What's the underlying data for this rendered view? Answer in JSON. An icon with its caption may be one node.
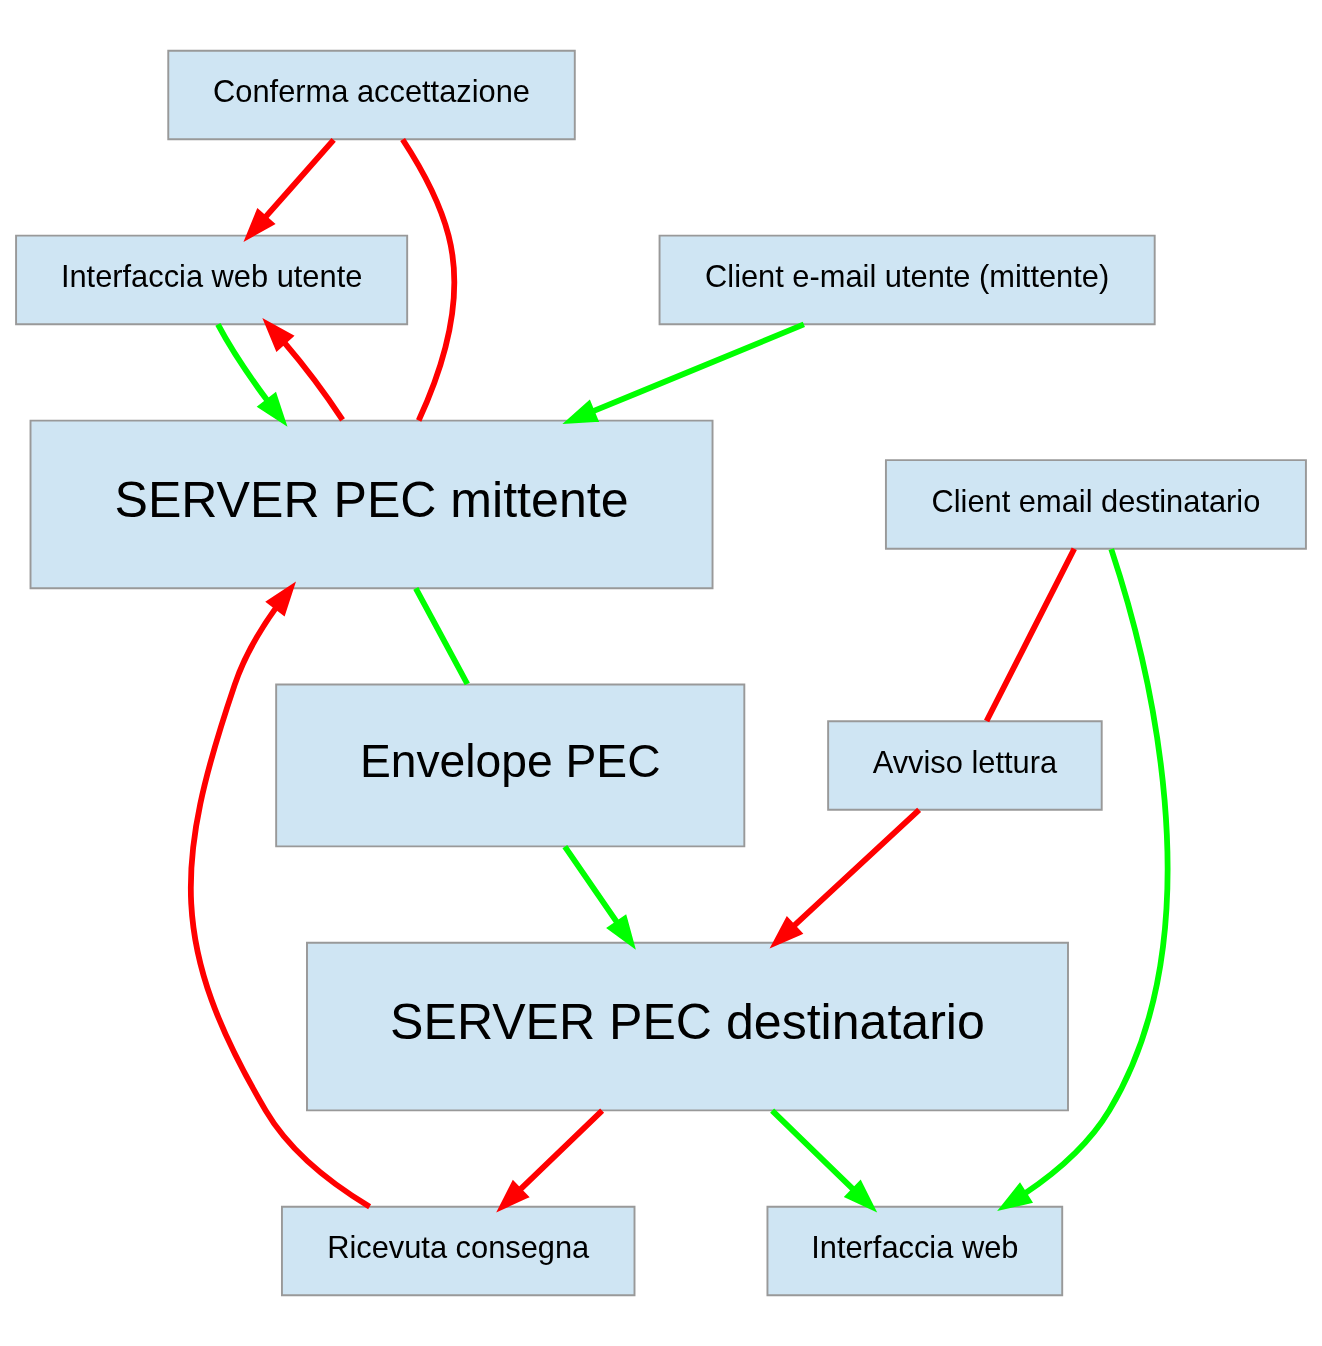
{
  "diagram": {
    "nodes": [
      {
        "text": [
          "Conferma accettazione"
        ]
      },
      {
        "text": [
          "Interfaccia web utente"
        ]
      },
      {
        "text": [
          "SERVER PEC mittente"
        ]
      },
      {
        "text": [
          "Client e-mail utente (mittente)"
        ]
      },
      {
        "text": [
          "Ricevuta consegna"
        ]
      },
      {
        "text": [
          "Envelope PEC"
        ]
      },
      {
        "text": [
          "SERVER PEC destinatario"
        ]
      },
      {
        "text": [
          "Interfaccia web"
        ]
      },
      {
        "text": [
          "Avviso lettura"
        ]
      },
      {
        "text": [
          "Client email destinatario"
        ]
      }
    ],
    "edges": [
      {
        "from": 2,
        "to": 0,
        "arrow": "none",
        "color": "#ff0000"
      },
      {
        "from": 0,
        "to": 1,
        "arrow": "to",
        "color": "#ff0000"
      },
      {
        "from": 2,
        "to": 1,
        "arrow": "to",
        "color": "#ff0000"
      },
      {
        "from": 1,
        "to": 2,
        "arrow": "to",
        "color": "#00ff00"
      },
      {
        "from": 3,
        "to": 2,
        "arrow": "to",
        "color": "#00ff00"
      },
      {
        "from": 2,
        "to": 5,
        "arrow": "none",
        "color": "#00ff00"
      },
      {
        "from": 5,
        "to": 6,
        "arrow": "to",
        "color": "#00ff00"
      },
      {
        "from": 6,
        "to": 4,
        "arrow": "to",
        "color": "#ff0000"
      },
      {
        "from": 4,
        "to": 2,
        "arrow": "to",
        "color": "#ff0000"
      },
      {
        "from": 6,
        "to": 7,
        "arrow": "to",
        "color": "#00ff00"
      },
      {
        "from": 9,
        "to": 7,
        "arrow": "to",
        "color": "#00ff00"
      },
      {
        "from": 9,
        "to": 8,
        "arrow": "none",
        "color": "#ff0000"
      },
      {
        "from": 8,
        "to": 6,
        "arrow": "to",
        "color": "#ff0000"
      }
    ]
  }
}
